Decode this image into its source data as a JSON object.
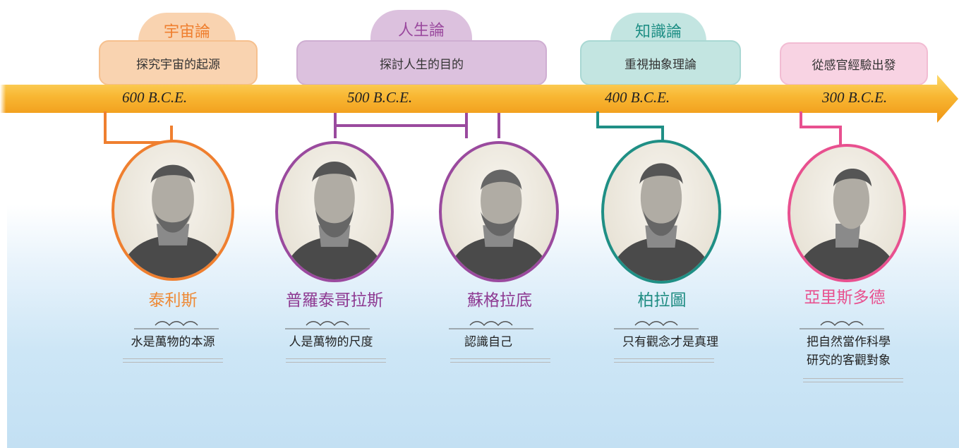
{
  "themes": [
    {
      "title": "宇宙論",
      "desc": "探究宇宙的起源"
    },
    {
      "title": "人生論",
      "desc": "探討人生的目的"
    },
    {
      "title": "知識論",
      "desc": "重視抽象理論"
    },
    {
      "title": "",
      "desc": "從感官經驗出發"
    }
  ],
  "timeline": {
    "periods": [
      "600 B.C.E.",
      "500 B.C.E.",
      "400 B.C.E.",
      "300 B.C.E."
    ]
  },
  "philosophers": [
    {
      "name": "泰利斯",
      "quote": "水是萬物的本源",
      "color": "#ee8833"
    },
    {
      "name": "普羅泰哥拉斯",
      "quote": "人是萬物的尺度",
      "color": "#8e3a92"
    },
    {
      "name": "蘇格拉底",
      "quote": "認識自己",
      "color": "#8e3a92"
    },
    {
      "name": "柏拉圖",
      "quote": "只有觀念才是真理",
      "color": "#1e8c82"
    },
    {
      "name": "亞里斯多德",
      "quote": "把自然當作科學",
      "quote2": "研究的客觀對象",
      "color": "#e8508f"
    }
  ],
  "colors": {
    "orange": "#ee8833",
    "purple": "#9a4a9e",
    "teal": "#1f8f85",
    "pink": "#e8508f",
    "arrow": "#f5a623"
  },
  "icons": {
    "arrow": "timeline-arrow-icon",
    "ornament": "flourish-ornament-icon",
    "portrait": "engraved-bust-icon"
  }
}
